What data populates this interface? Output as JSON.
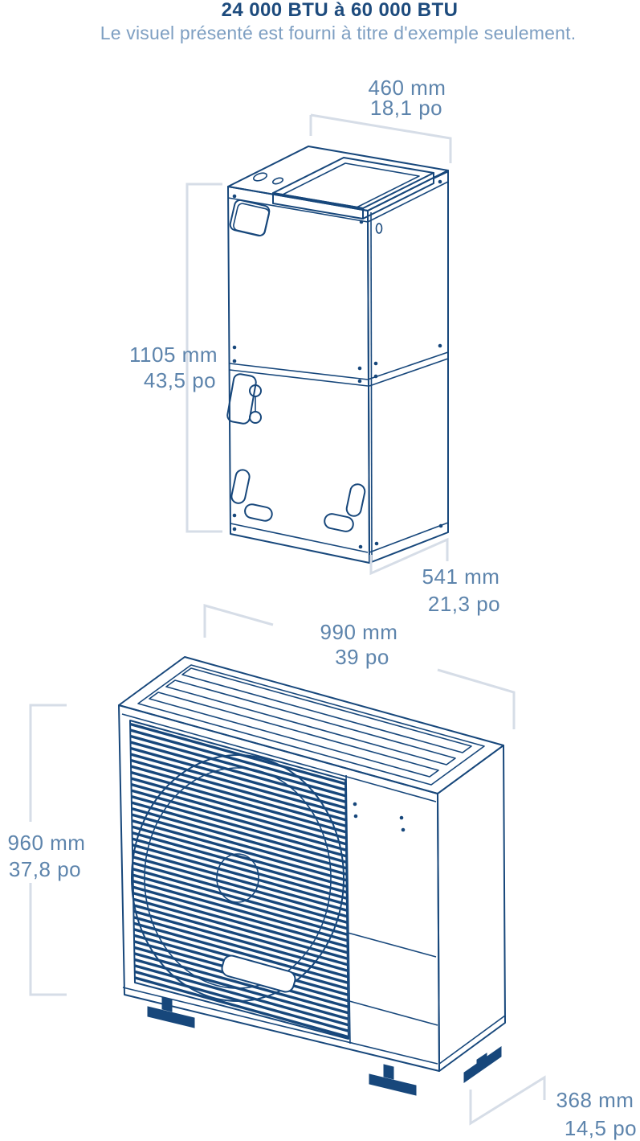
{
  "header": {
    "title": "24 000 BTU à 60 000 BTU",
    "subtitle": "Le visuel présenté est fourni à titre d'exemple seulement."
  },
  "indoor_unit": {
    "width_mm": "460 mm",
    "width_in": "18,1 po",
    "height_mm": "1105 mm",
    "height_in": "43,5 po",
    "depth_mm": "541 mm",
    "depth_in": "21,3 po"
  },
  "outdoor_unit": {
    "width_mm": "990 mm",
    "width_in": "39 po",
    "height_mm": "960 mm",
    "height_in": "37,8 po",
    "depth_mm": "368 mm",
    "depth_in": "14,5 po"
  },
  "colors": {
    "title_navy": "#1d4b7d",
    "subtitle_blue": "#7e9fc2",
    "dimension_blue": "#5d84ac",
    "line_navy": "#17477b",
    "bracket_gray": "#d6dde7",
    "background": "#ffffff"
  }
}
